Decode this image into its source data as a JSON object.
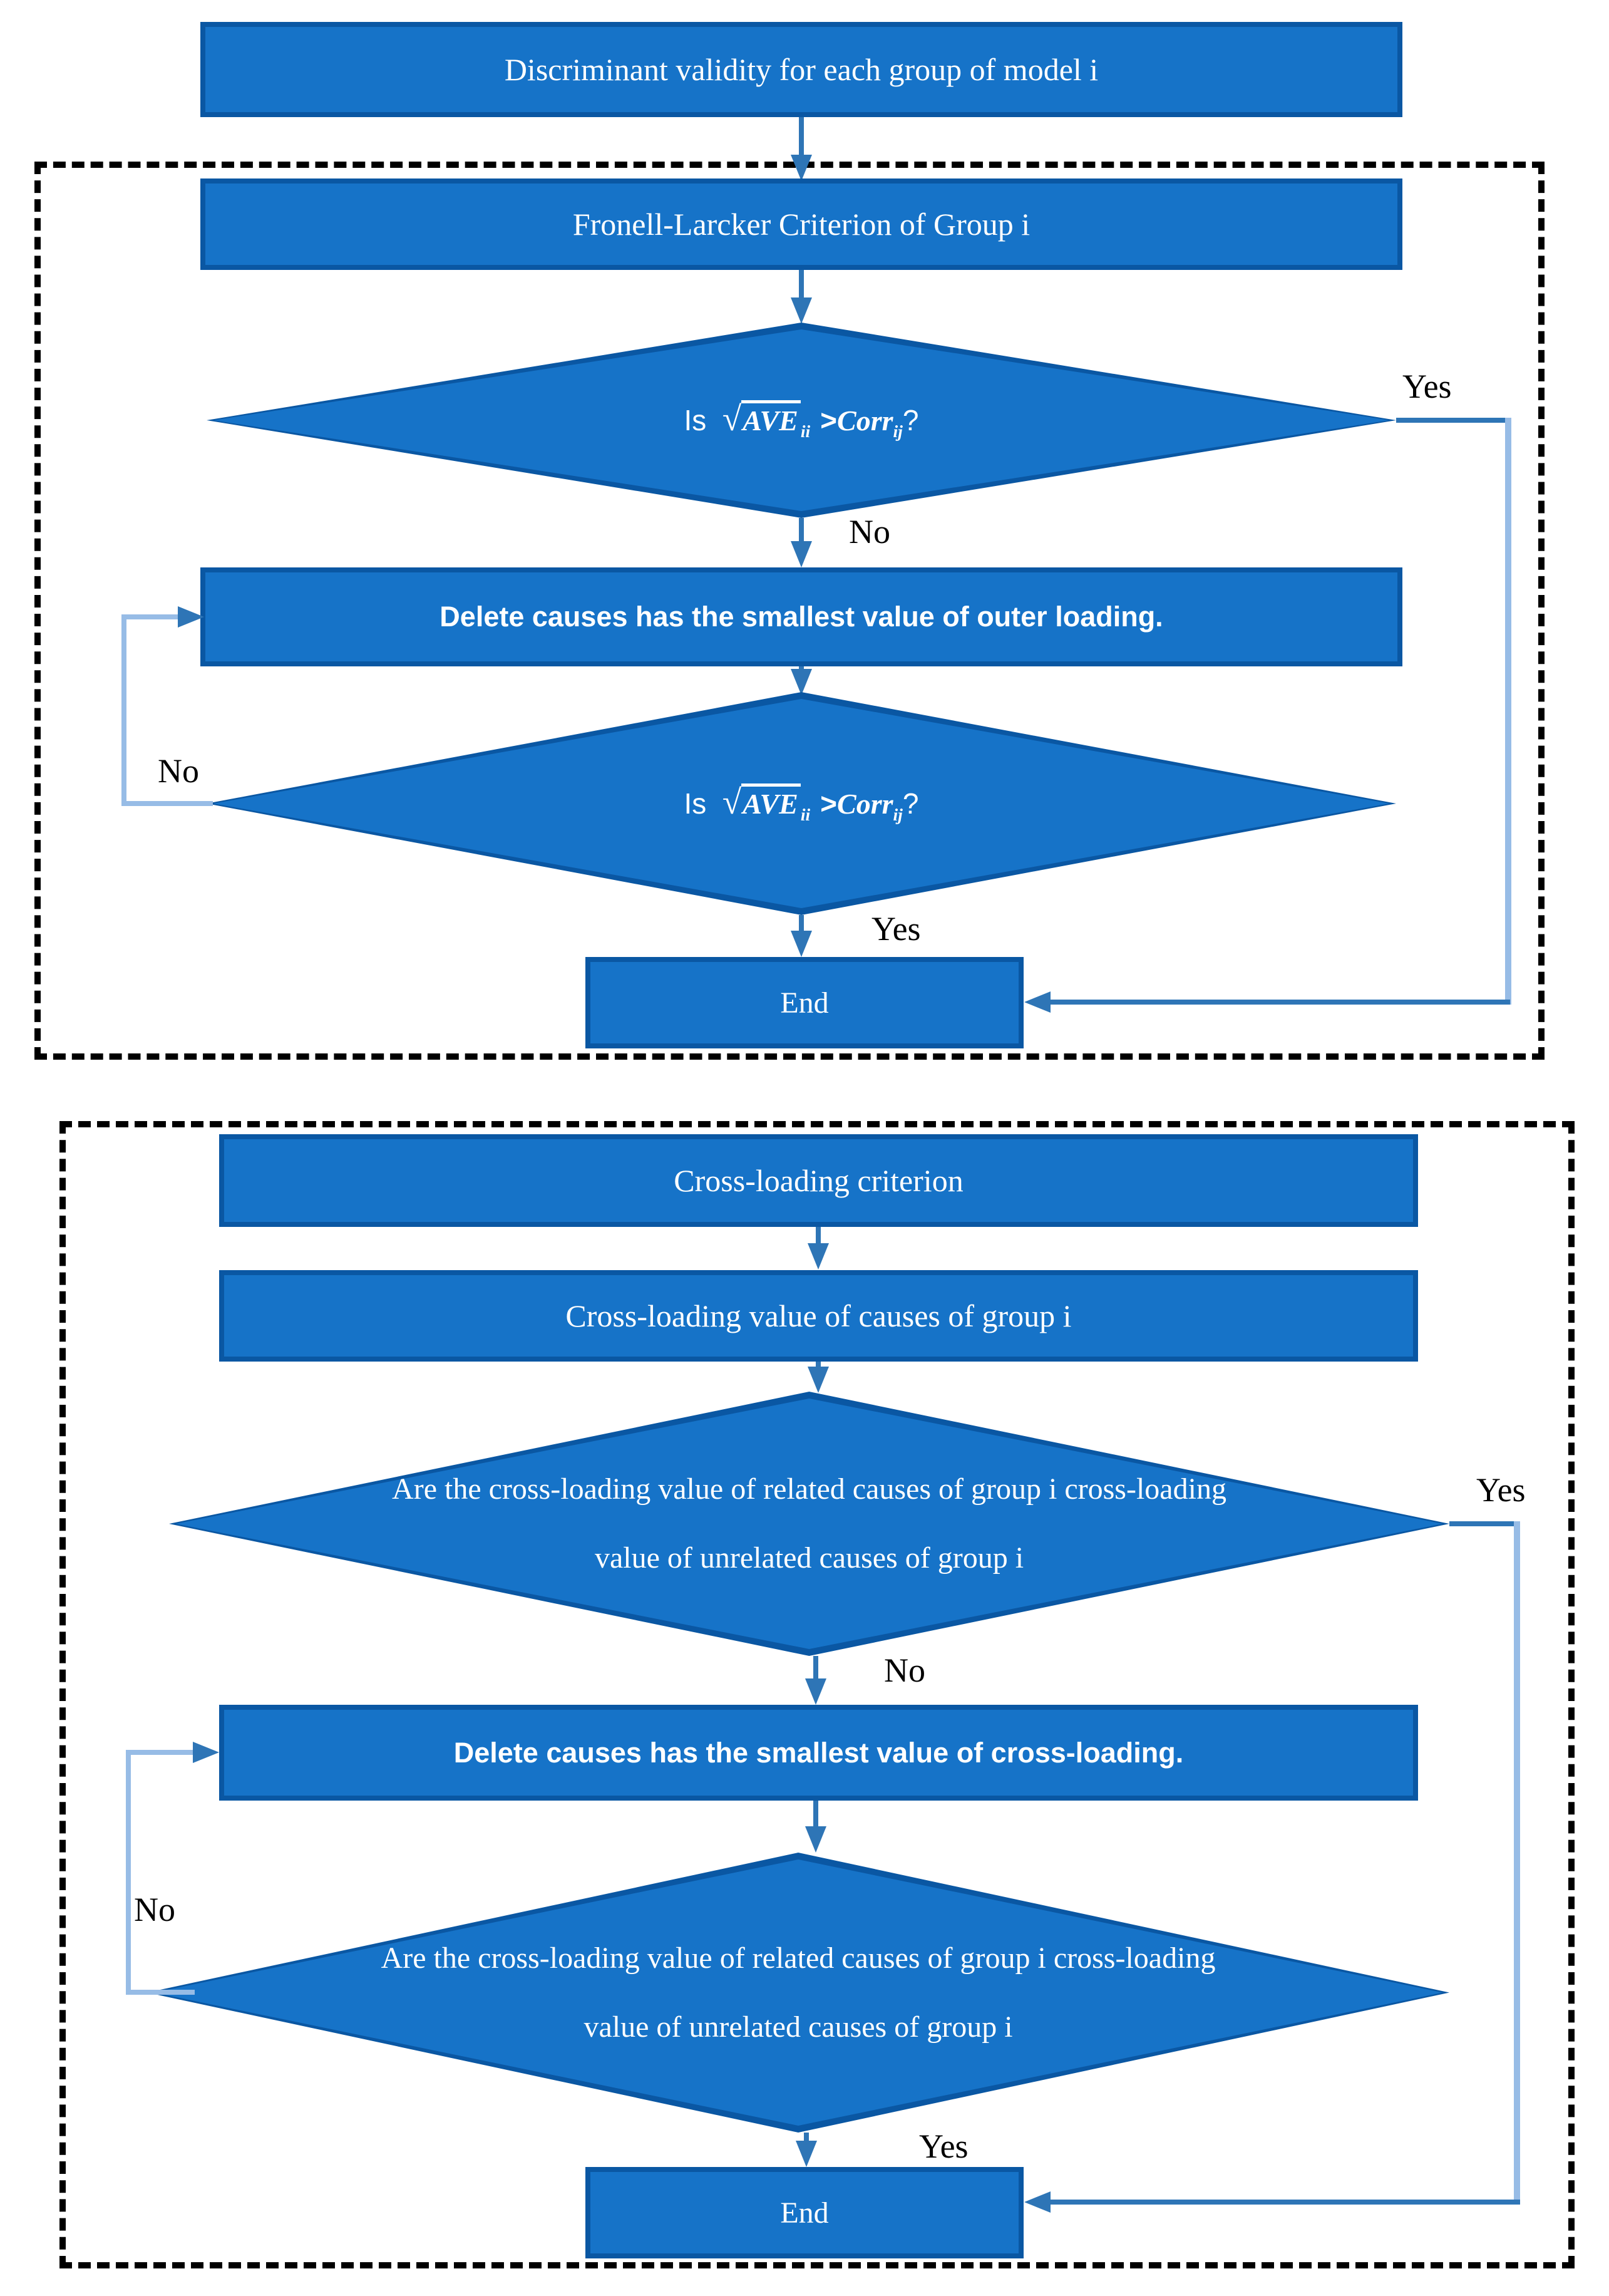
{
  "colors": {
    "node_fill": "#1673c8",
    "node_border": "#0a57a3",
    "arrow": "#2e75b6",
    "feedback_line": "#97bce6",
    "label_text": "#000000",
    "node_text": "#ffffff",
    "group_border": "#000000"
  },
  "title": "Discriminant validity for each group of model i",
  "fornell": {
    "header": "Fronell-Larcker Criterion of Group i",
    "decision": {
      "is": "Is",
      "ave": "AVE",
      "ave_sub": "ii",
      "gt": ">",
      "corr": "Corr",
      "corr_sub": "ij",
      "qmark": "?"
    },
    "delete_step": "Delete causes has the smallest value of outer loading.",
    "end_label": "End",
    "labels": {
      "yes_decision1": "Yes",
      "no_decision1": "No",
      "no_loop": "No",
      "yes_decision2": "Yes"
    }
  },
  "crossloading": {
    "header": "Cross-loading criterion",
    "step": "Cross-loading value of causes of group i",
    "decision": {
      "line1": "Are the cross-loading value of related causes of group i cross-loading",
      "line2": "value of unrelated causes of group i"
    },
    "delete_step": "Delete causes has the smallest value of cross-loading.",
    "end_label": "End",
    "labels": {
      "yes_decision1": "Yes",
      "no_decision1": "No",
      "no_loop": "No",
      "yes_decision2": "Yes"
    }
  }
}
